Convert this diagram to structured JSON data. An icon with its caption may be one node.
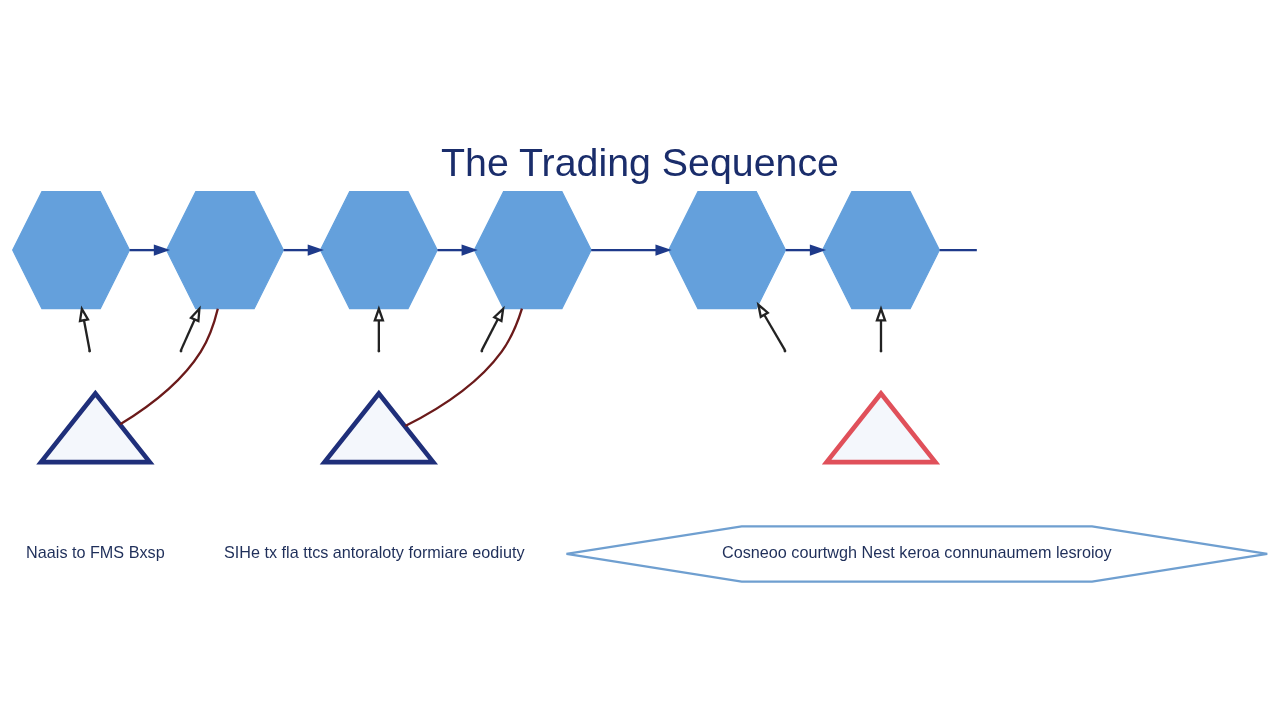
{
  "diagram": {
    "title": "The Trading Sequence",
    "nodes": [
      {
        "text": [],
        "shape": "hexagon"
      },
      {
        "text": [],
        "shape": "hexagon"
      },
      {
        "text": [],
        "shape": "hexagon"
      },
      {
        "text": [],
        "shape": "hexagon"
      },
      {
        "text": [],
        "shape": "hexagon"
      },
      {
        "text": [],
        "shape": "hexagon"
      },
      {
        "text": [],
        "shape": "triangle"
      },
      {
        "text": [],
        "shape": "triangle"
      },
      {
        "text": [],
        "shape": "triangle"
      },
      {
        "text": [
          "Cosneoo courtwgh Nest keroa connunaumem lesroioy"
        ]
      }
    ],
    "edges": [
      {
        "from": 0,
        "to": 1,
        "arrow": "to"
      },
      {
        "from": 1,
        "to": 2,
        "arrow": "to"
      },
      {
        "from": 2,
        "to": 3,
        "arrow": "to"
      },
      {
        "from": 3,
        "to": 4,
        "arrow": "to"
      },
      {
        "from": 4,
        "to": 5,
        "arrow": "to"
      },
      {
        "from": 5,
        "to": null,
        "arrow": "none"
      },
      {
        "from": null,
        "to": 0,
        "arrow": "to",
        "color": "#222222"
      },
      {
        "from": null,
        "to": 1,
        "arrow": "to",
        "color": "#222222"
      },
      {
        "from": null,
        "to": 2,
        "arrow": "to",
        "color": "#222222"
      },
      {
        "from": null,
        "to": 3,
        "arrow": "to",
        "color": "#222222"
      },
      {
        "from": null,
        "to": 4,
        "arrow": "to",
        "color": "#222222"
      },
      {
        "from": null,
        "to": 5,
        "arrow": "to",
        "color": "#222222"
      },
      {
        "from": 6,
        "to": 1,
        "arrow": "none",
        "color": "#6b1a1a"
      },
      {
        "from": 7,
        "to": 3,
        "arrow": "none",
        "color": "#6b1a1a"
      }
    ],
    "labels": [
      "Naais to FMS Bxsp",
      "SIHe tx fla ttcs antoraloty formiare eodiuty"
    ]
  }
}
